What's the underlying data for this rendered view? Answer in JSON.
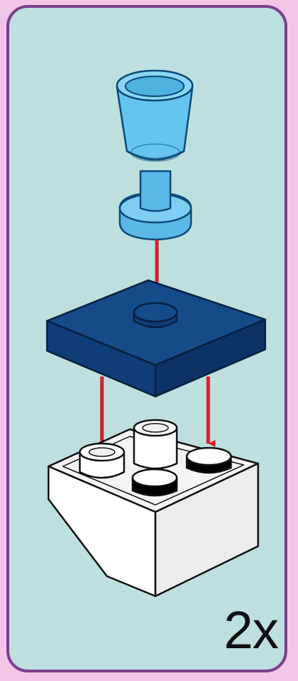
{
  "panel": {
    "background": "#bde0de",
    "border_color": "#7b3f8c",
    "page_background": "#f2c6e6"
  },
  "step": {
    "quantity_label": "2x",
    "parts": [
      {
        "name": "goblet-piece",
        "color": "#66c4ef"
      },
      {
        "name": "plate-2x2",
        "color": "#0e3d78"
      },
      {
        "name": "slope-brick-inverted",
        "color": "#ffffff"
      }
    ],
    "arrow_color": "#d4202b"
  }
}
